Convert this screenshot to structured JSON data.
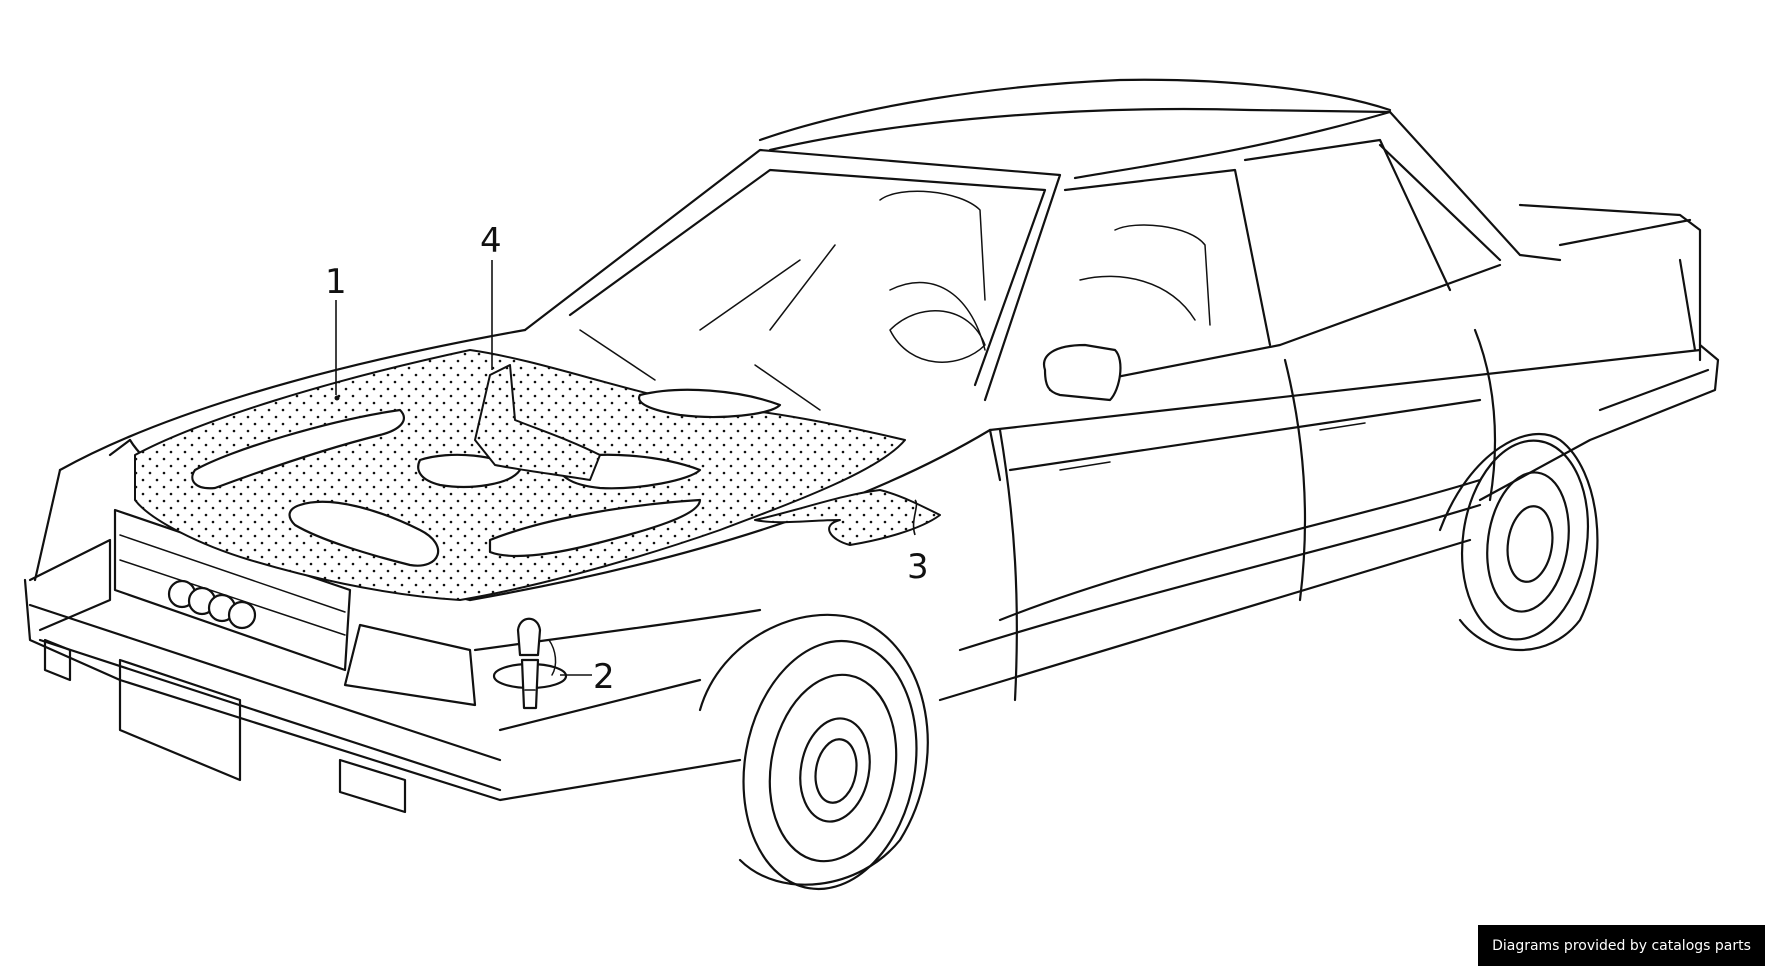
{
  "diagram": {
    "callouts": [
      {
        "id": "callout-1",
        "label": "1"
      },
      {
        "id": "callout-2",
        "label": "2"
      },
      {
        "id": "callout-3",
        "label": "3"
      },
      {
        "id": "callout-4",
        "label": "4"
      }
    ]
  },
  "watermark": {
    "text": "Diagrams provided by catalogs parts"
  }
}
